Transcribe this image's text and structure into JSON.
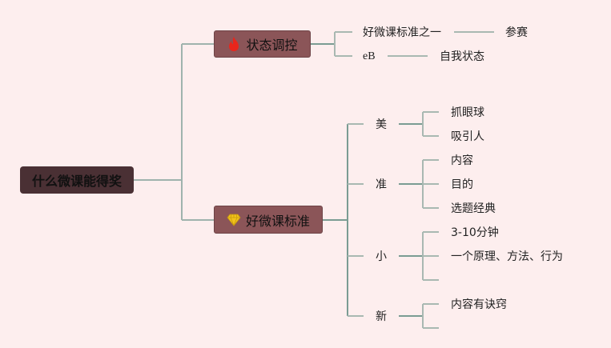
{
  "root": {
    "label": "什么微课能得奖"
  },
  "branches": [
    {
      "label": "状态调控",
      "icon": "fire-icon",
      "children": [
        {
          "label": "好微课标准之一",
          "children": [
            {
              "label": "参赛"
            }
          ]
        },
        {
          "label": "eB",
          "children": [
            {
              "label": "自我状态"
            }
          ]
        }
      ]
    },
    {
      "label": "好微课标准",
      "icon": "diamond-icon",
      "children": [
        {
          "label": "美",
          "children": [
            {
              "label": "抓眼球"
            },
            {
              "label": "吸引人"
            }
          ]
        },
        {
          "label": "准",
          "children": [
            {
              "label": "内容"
            },
            {
              "label": "目的"
            },
            {
              "label": "选题经典"
            }
          ]
        },
        {
          "label": "小",
          "children": [
            {
              "label": "3-10分钟"
            },
            {
              "label": "一个原理、方法、行为"
            },
            {
              "label": ""
            }
          ]
        },
        {
          "label": "新",
          "children": [
            {
              "label": "内容有诀窍"
            },
            {
              "label": ""
            }
          ]
        }
      ]
    }
  ],
  "colors": {
    "background": "#fdeeee",
    "root_fill": "#4a3034",
    "branch_fill": "#8b5558",
    "line_main": "#7a9c93",
    "line_light": "#a9b8b2",
    "fire": "#e8261c",
    "diamond": "#f2c21b"
  }
}
